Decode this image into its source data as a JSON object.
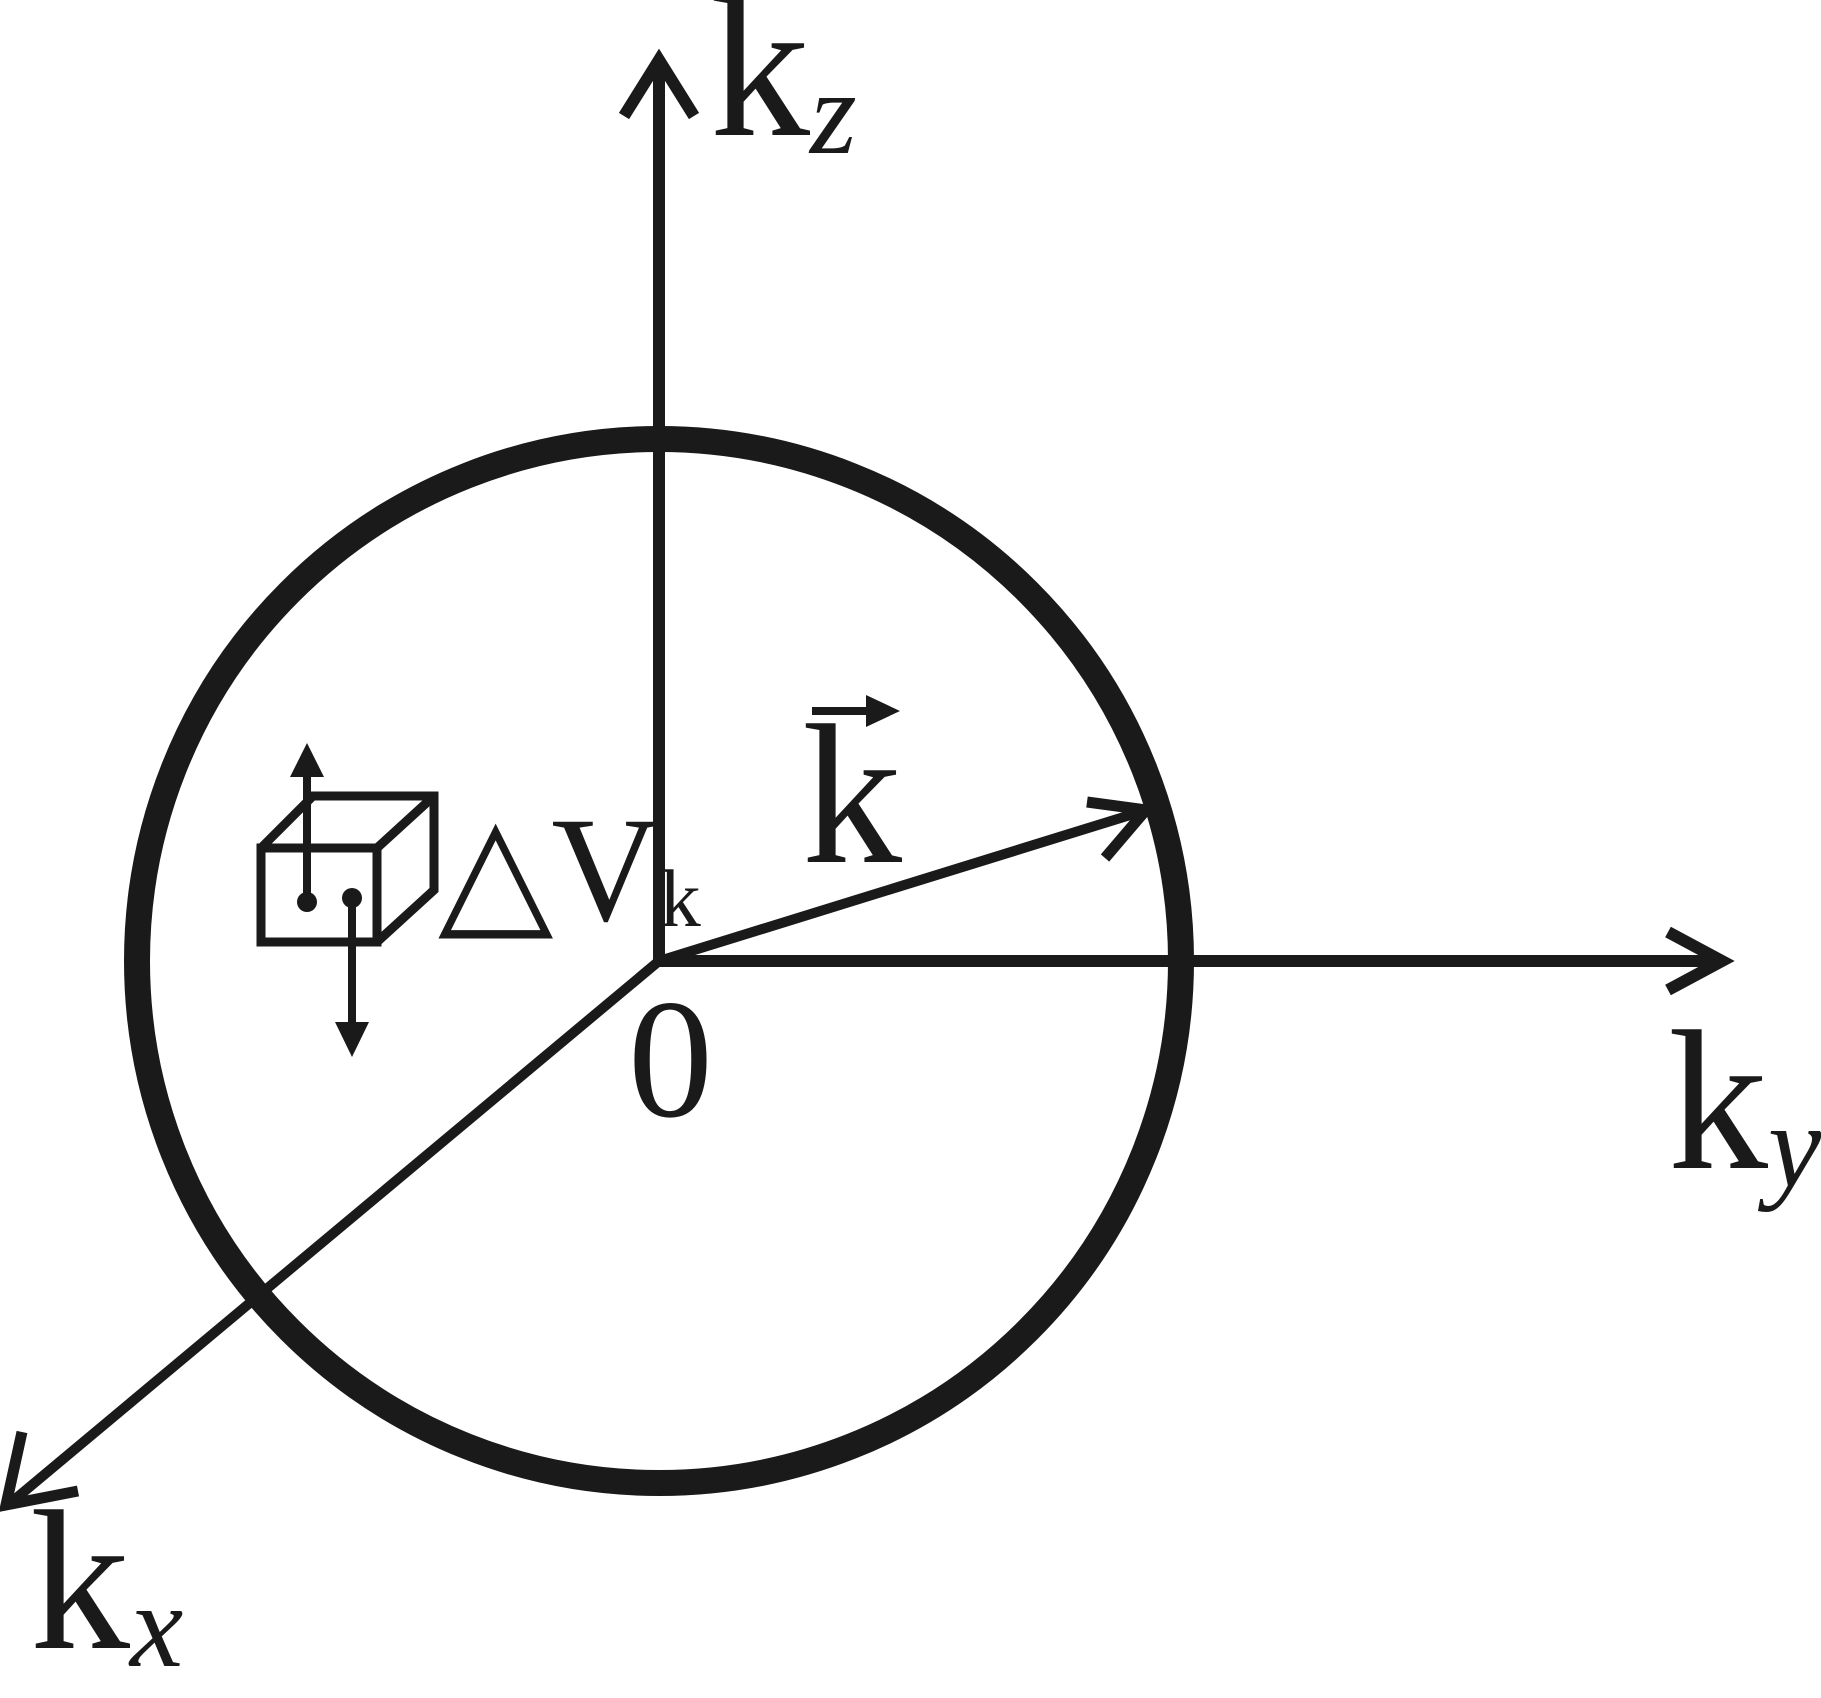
{
  "diagram": {
    "origin_label": "0",
    "vector_label": "k",
    "axes": {
      "kz": {
        "base": "k",
        "sub": "z"
      },
      "ky": {
        "base": "k",
        "sub": "y"
      },
      "kx": {
        "base": "k",
        "sub": "x"
      }
    },
    "volume_element": {
      "delta": "△",
      "base": "V",
      "sub": "k"
    }
  },
  "colors": {
    "ink": "#1a1a1a",
    "background": "#ffffff"
  }
}
